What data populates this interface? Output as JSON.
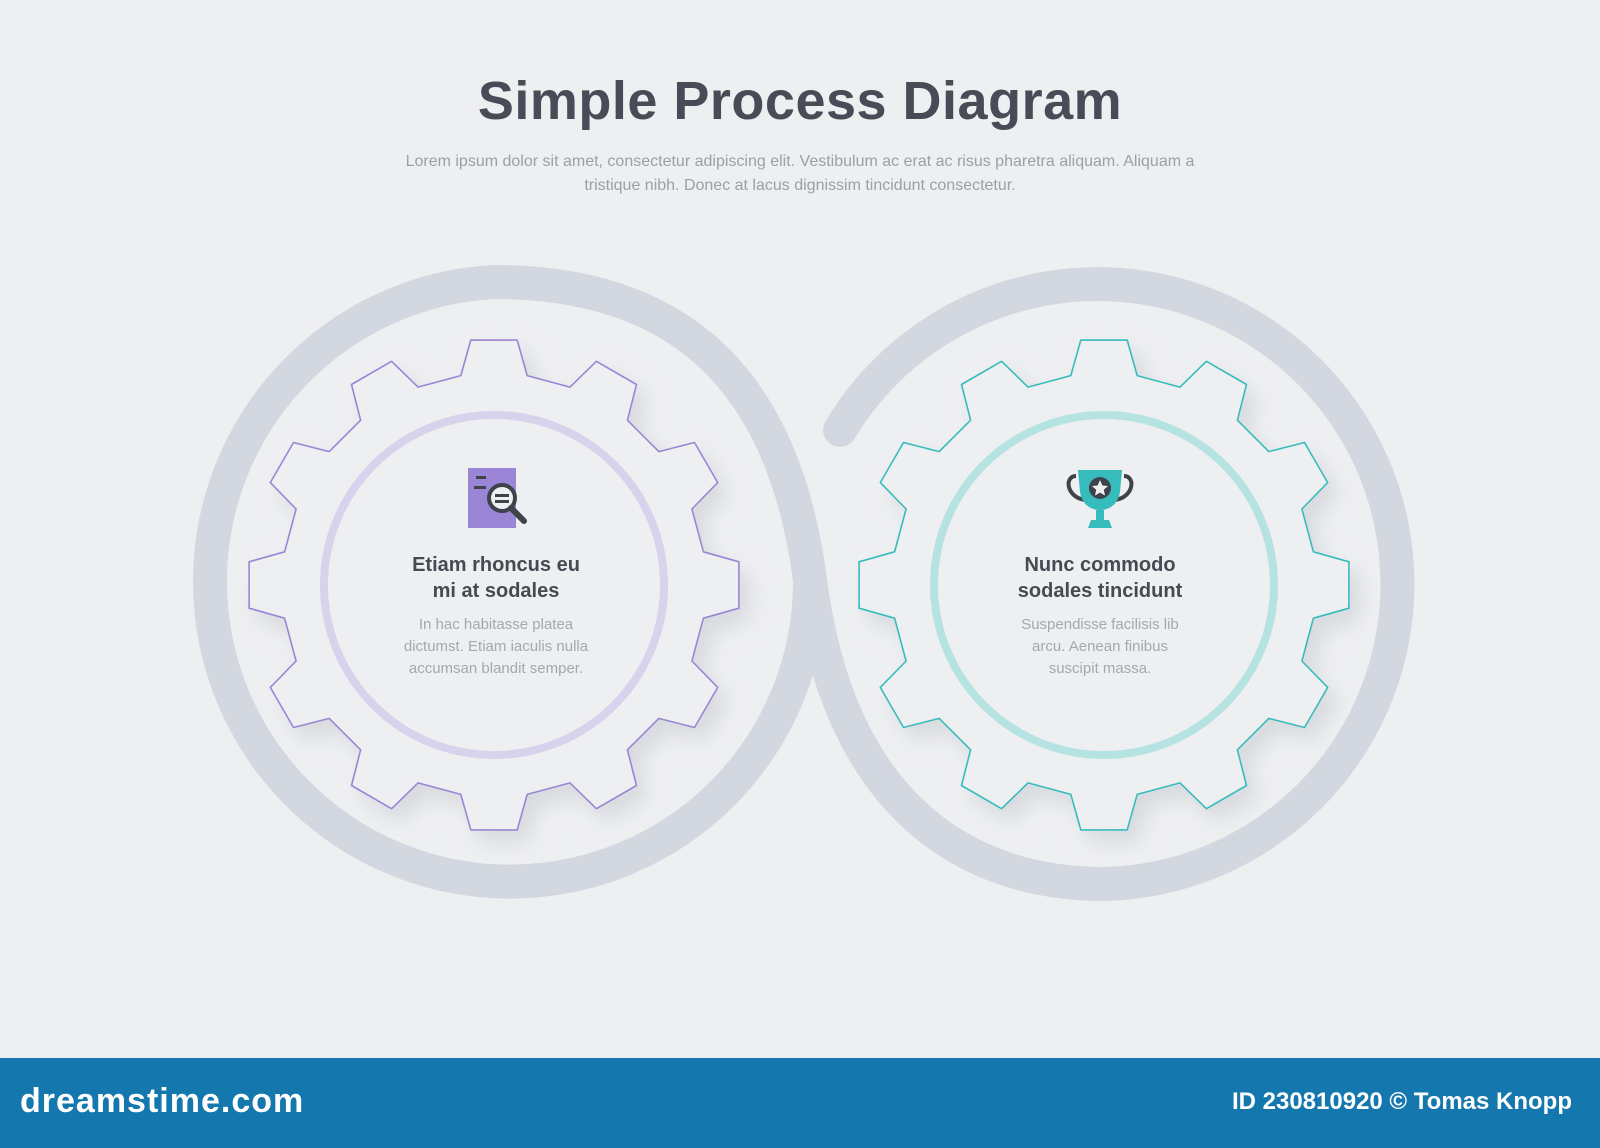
{
  "title": "Simple Process Diagram",
  "subtitle": "Lorem ipsum dolor sit amet, consectetur adipiscing elit. Vestibulum ac erat ac risus pharetra aliquam. Aliquam a tristique nibh. Donec at lacus dignissim tincidunt consectetur.",
  "steps": [
    {
      "icon": "document-search-icon",
      "color": "#9b85d6",
      "ring_color": "#d9d2ec",
      "heading_line1": "Etiam rhoncus eu",
      "heading_line2": "mi at sodales",
      "description": "In hac habitasse platea dictumst. Etiam iaculis nulla accumsan blandit semper."
    },
    {
      "icon": "trophy-icon",
      "color": "#36bcbc",
      "ring_color": "#b5e3e1",
      "heading_line1": "Nunc commodo",
      "heading_line2": "sodales tincidunt",
      "description": "Suspendisse facilisis lib arcu. Aenean finibus suscipit massa."
    }
  ],
  "outline_color": "#d3d8e0",
  "footer": {
    "brand": "dreamstime.com",
    "credit": "ID 230810920 © Tomas Knopp",
    "background": "#1478ae"
  }
}
